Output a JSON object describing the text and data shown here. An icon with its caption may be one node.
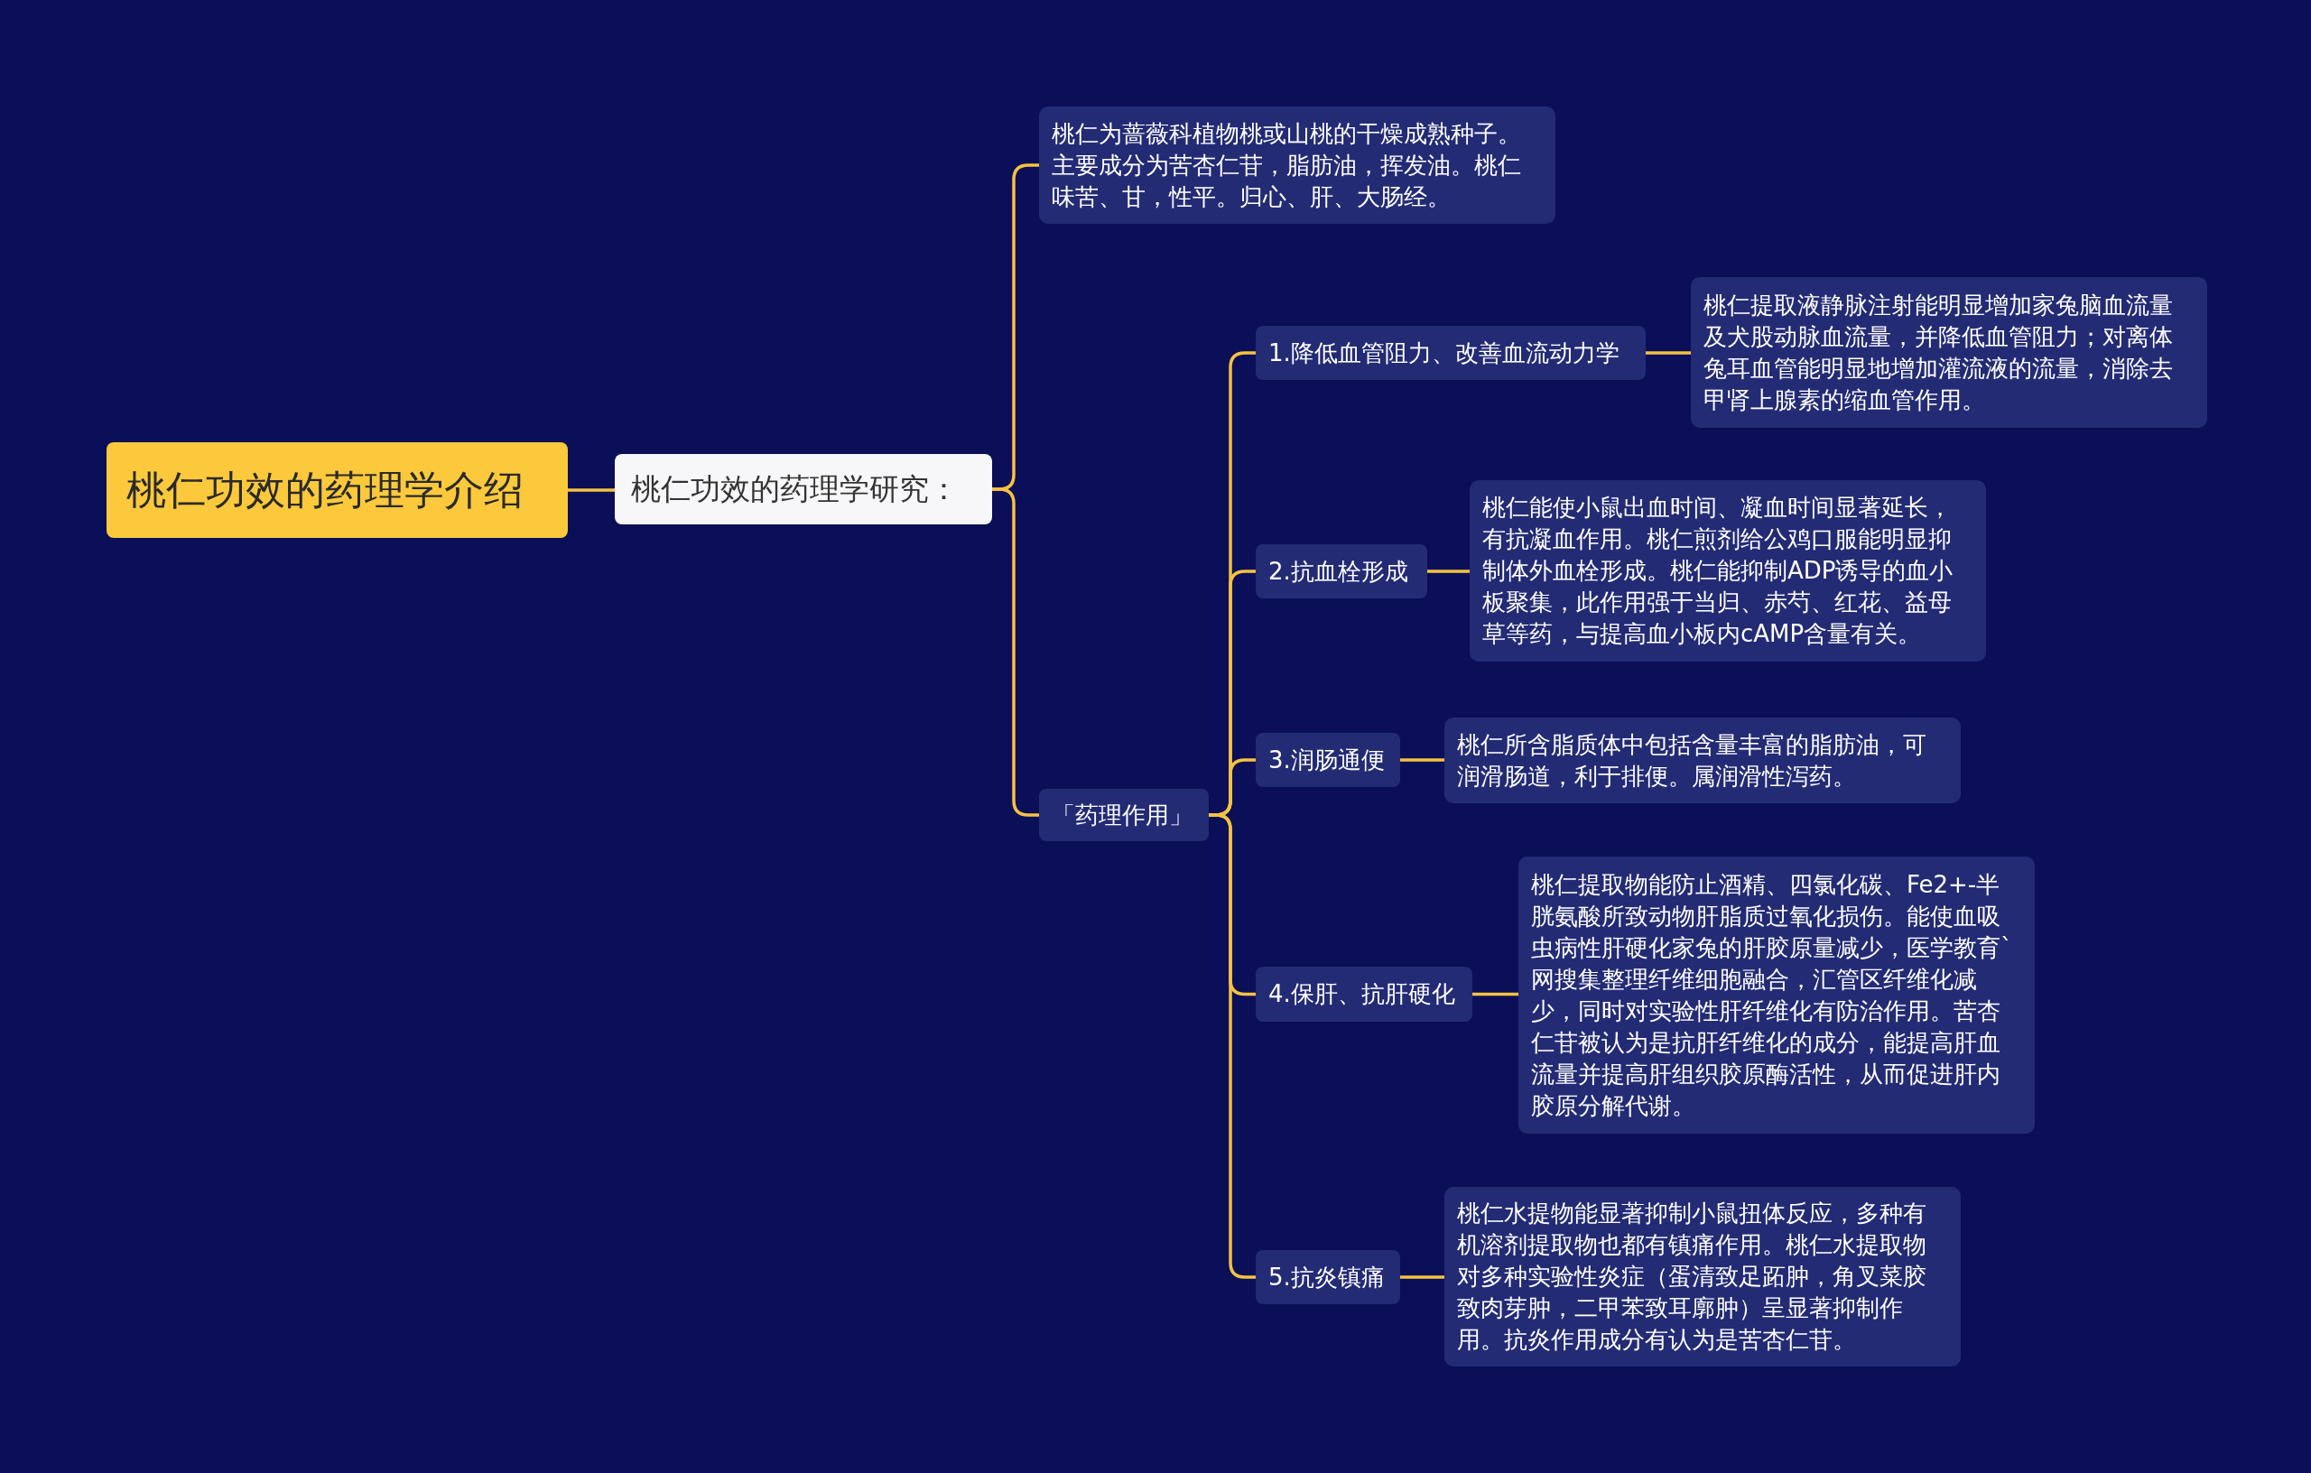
{
  "diagram": {
    "nodes": [
      {
        "text": [
          "桃仁功效的药理学介绍"
        ]
      },
      {
        "text": [
          "桃仁功效的药理学研究："
        ]
      },
      {
        "text": [
          "桃仁为蔷薇科植物桃或山桃的干燥成熟种子。主要成分为苦杏仁苷，脂肪油，挥发油。桃仁味苦、甘，性平。归心、肝、大肠经。"
        ]
      },
      {
        "text": [
          "「药理作用」"
        ]
      },
      {
        "text": [
          "1.降低血管阻力、改善血流动力学"
        ]
      },
      {
        "text": [
          "桃仁提取液静脉注射能明显增加家兔脑血流量及犬股动脉血流量，并降低血管阻力；对离体兔耳血管能明显地增加灌流液的流量，消除去甲肾上腺素的缩血管作用。"
        ]
      },
      {
        "text": [
          "2.抗血栓形成"
        ]
      },
      {
        "text": [
          "桃仁能使小鼠出血时间、凝血时间显著延长，有抗凝血作用。桃仁煎剂给公鸡口服能明显抑制体外血栓形成。桃仁能抑制ADP诱导的血小板聚集，此作用强于当归、赤芍、红花、益母草等药，与提高血小板内cAMP含量有关。"
        ]
      },
      {
        "text": [
          "3.润肠通便"
        ]
      },
      {
        "text": [
          "桃仁所含脂质体中包括含量丰富的脂肪油，可润滑肠道，利于排便。属润滑性泻药。"
        ]
      },
      {
        "text": [
          "4.保肝、抗肝硬化"
        ]
      },
      {
        "text": [
          "桃仁提取物能防止酒精、四氯化碳、Fe2+-半胱氨酸所致动物肝脂质过氧化损伤。能使血吸虫病性肝硬化家兔的肝胶原量减少，医学教育`网搜集整理纤维细胞融合，汇管区纤维化减少，同时对实验性肝纤维化有防治作用。苦杏仁苷被认为是抗肝纤维化的成分，能提高肝血流量并提高肝组织胶原酶活性，从而促进肝内胶原分解代谢。"
        ]
      },
      {
        "text": [
          "5.抗炎镇痛"
        ]
      },
      {
        "text": [
          "桃仁水提物能显著抑制小鼠扭体反应，多种有机溶剂提取物也都有镇痛作用。桃仁水提取物对多种实验性炎症（蛋清致足跖肿，角叉菜胶致肉芽肿，二甲苯致耳廓肿）呈显著抑制作用。抗炎作用成分有认为是苦杏仁苷。"
        ]
      }
    ],
    "edges": [
      {
        "from": 0,
        "to": 1,
        "arrow": "none"
      },
      {
        "from": 1,
        "to": 2,
        "arrow": "none"
      },
      {
        "from": 1,
        "to": 3,
        "arrow": "none"
      },
      {
        "from": 3,
        "to": 4,
        "arrow": "none"
      },
      {
        "from": 3,
        "to": 6,
        "arrow": "none"
      },
      {
        "from": 3,
        "to": 8,
        "arrow": "none"
      },
      {
        "from": 3,
        "to": 10,
        "arrow": "none"
      },
      {
        "from": 3,
        "to": 12,
        "arrow": "none"
      },
      {
        "from": 4,
        "to": 5,
        "arrow": "none"
      },
      {
        "from": 6,
        "to": 7,
        "arrow": "none"
      },
      {
        "from": 8,
        "to": 9,
        "arrow": "none"
      },
      {
        "from": 10,
        "to": 11,
        "arrow": "none"
      },
      {
        "from": 12,
        "to": 13,
        "arrow": "none"
      }
    ]
  }
}
